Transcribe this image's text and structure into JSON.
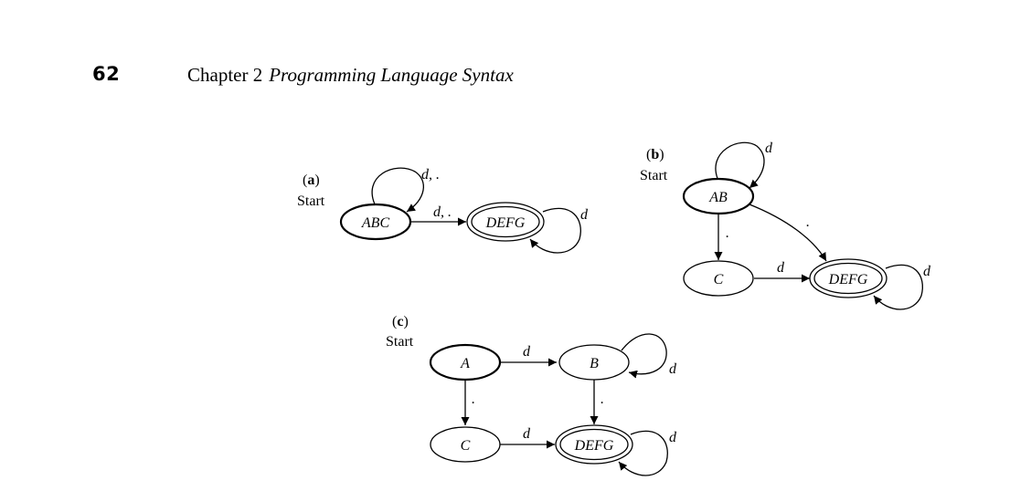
{
  "header": {
    "page_number": "62",
    "chapter_prefix": "Chapter 2",
    "chapter_title": "Programming Language Syntax"
  },
  "diagrams": {
    "a": {
      "panel_letter": "a",
      "start_label": "Start",
      "nodes": {
        "ABC": "ABC",
        "DEFG": "DEFG"
      },
      "edges": {
        "ABC_self": "d, .",
        "ABC_to_DEFG": "d, .",
        "DEFG_self": "d"
      }
    },
    "b": {
      "panel_letter": "b",
      "start_label": "Start",
      "nodes": {
        "AB": "AB",
        "C": "C",
        "DEFG": "DEFG"
      },
      "edges": {
        "AB_self": "d",
        "AB_to_C": ".",
        "AB_to_DEFG": ".",
        "C_to_DEFG": "d",
        "DEFG_self": "d"
      }
    },
    "c": {
      "panel_letter": "c",
      "start_label": "Start",
      "nodes": {
        "A": "A",
        "B": "B",
        "C": "C",
        "DEFG": "DEFG"
      },
      "edges": {
        "A_to_B": "d",
        "B_self": "d",
        "A_to_C": ".",
        "B_to_DEFG": ".",
        "C_to_DEFG": "d",
        "DEFG_self": "d"
      }
    }
  }
}
